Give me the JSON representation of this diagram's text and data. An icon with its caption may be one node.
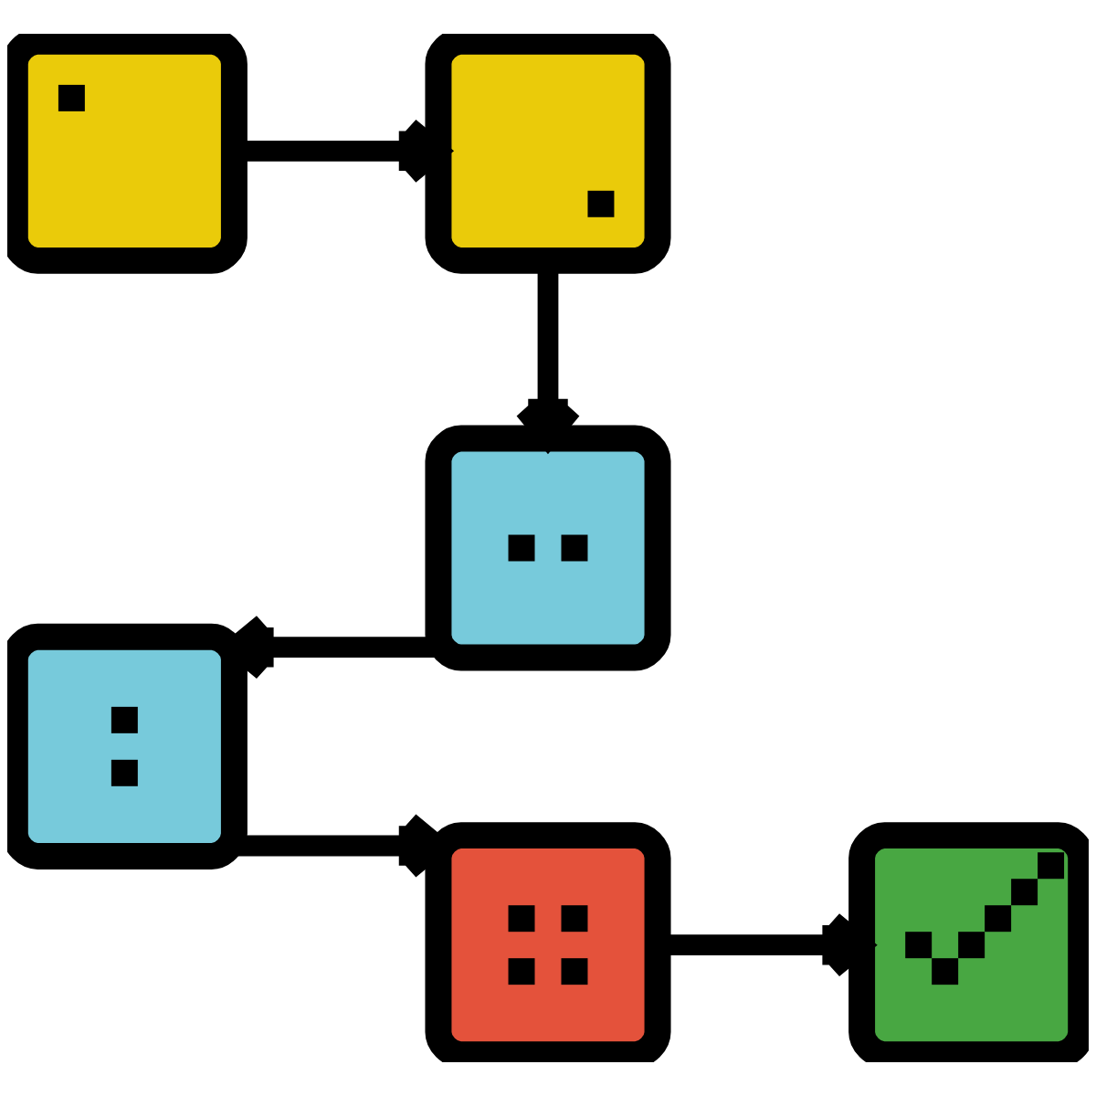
{
  "diagram": {
    "nodes": [
      {
        "text": [],
        "shape": "box"
      },
      {
        "text": [],
        "shape": "box"
      },
      {
        "text": [],
        "shape": "box"
      },
      {
        "text": [],
        "shape": "box"
      },
      {
        "text": [],
        "shape": "box"
      },
      {
        "text": [],
        "shape": "box"
      }
    ],
    "edges": [
      {
        "from": 0,
        "to": 1,
        "arrow": "to"
      },
      {
        "from": 1,
        "to": 2,
        "arrow": "to"
      },
      {
        "from": 2,
        "to": 3,
        "arrow": "to"
      },
      {
        "from": 3,
        "to": 4,
        "arrow": "to"
      },
      {
        "from": 4,
        "to": 5,
        "arrow": "to"
      }
    ]
  }
}
